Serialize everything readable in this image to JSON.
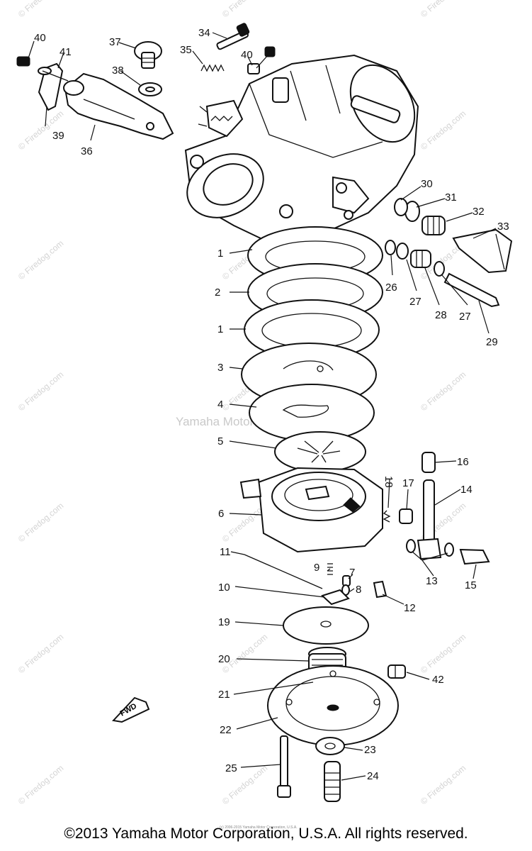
{
  "watermark": {
    "site": "© Firedog.com",
    "center": "Yamaha Motor Corp., U.S.A."
  },
  "fine_print": "(c) 2006-2015 Yamaha Motor Corporation, U.S.A.",
  "copyright": "©2013 Yamaha Motor Corporation, U.S.A. All rights reserved.",
  "fwd_label": "FWD",
  "callouts": [
    "1",
    "2",
    "1",
    "3",
    "4",
    "5",
    "6",
    "7",
    "8",
    "9",
    "10",
    "11",
    "12",
    "13",
    "14",
    "15",
    "16",
    "17",
    "18",
    "19",
    "20",
    "21",
    "22",
    "23",
    "24",
    "25",
    "26",
    "27",
    "27",
    "28",
    "29",
    "30",
    "31",
    "32",
    "33",
    "34",
    "35",
    "36",
    "37",
    "38",
    "39",
    "40",
    "40",
    "41",
    "42"
  ]
}
